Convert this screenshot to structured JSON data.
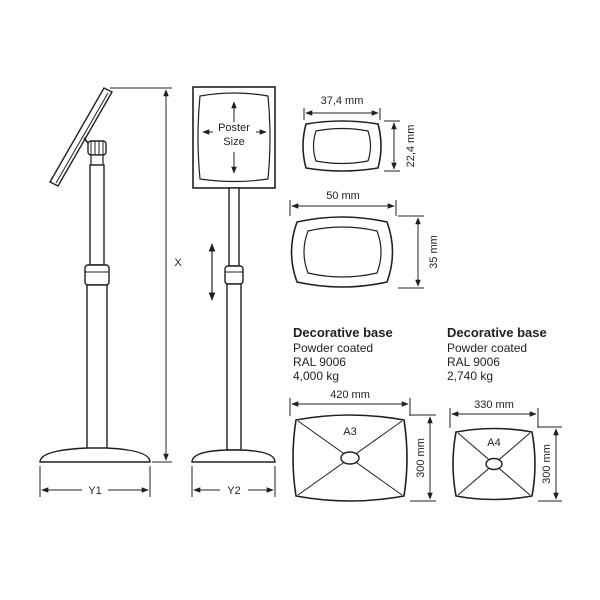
{
  "labels": {
    "x": "X",
    "y1": "Y1",
    "y2": "Y2",
    "poster": "Poster",
    "size": "Size",
    "a3": "A3",
    "a4": "A4"
  },
  "profiles": {
    "small": {
      "width": "37,4 mm",
      "height": "22,4 mm"
    },
    "large": {
      "width": "50 mm",
      "height": "35 mm"
    }
  },
  "bases": {
    "a3": {
      "title": "Decorative base",
      "finish": "Powder coated",
      "color": "RAL 9006",
      "weight": "4,000 kg",
      "width": "420 mm",
      "height": "300 mm"
    },
    "a4": {
      "title": "Decorative base",
      "finish": "Powder coated",
      "color": "RAL 9006",
      "weight": "2,740 kg",
      "width": "330 mm",
      "height": "300 mm"
    }
  }
}
